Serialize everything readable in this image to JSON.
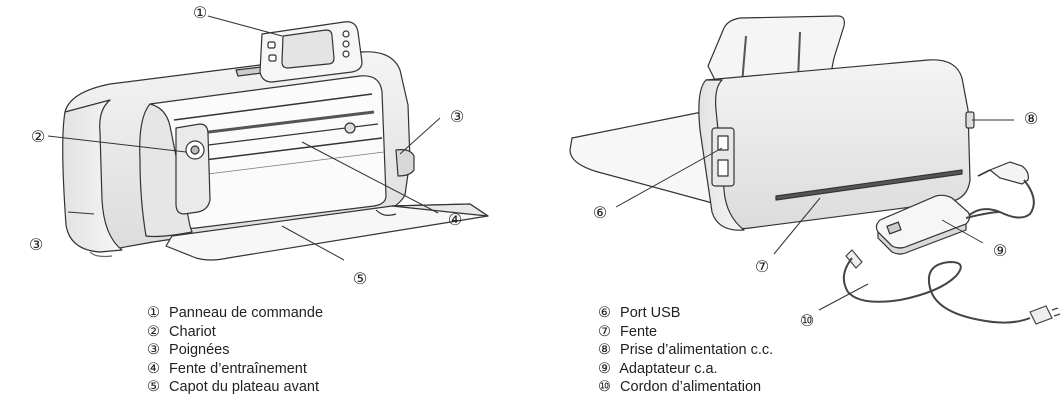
{
  "callouts": {
    "front": [
      {
        "num": "①",
        "label": "Panneau de commande"
      },
      {
        "num": "②",
        "label": "Chariot"
      },
      {
        "num": "③",
        "label": "Poignées"
      },
      {
        "num": "④",
        "label": "Fente d’entraînement"
      },
      {
        "num": "⑤",
        "label": "Capot du plateau avant"
      }
    ],
    "back": [
      {
        "num": "⑥",
        "label": "Port USB"
      },
      {
        "num": "⑦",
        "label": "Fente"
      },
      {
        "num": "⑧",
        "label": "Prise d’alimentation c.c."
      },
      {
        "num": "⑨",
        "label": "Adaptateur c.a."
      },
      {
        "num": "⑩",
        "label": "Cordon d’alimentation"
      }
    ]
  }
}
